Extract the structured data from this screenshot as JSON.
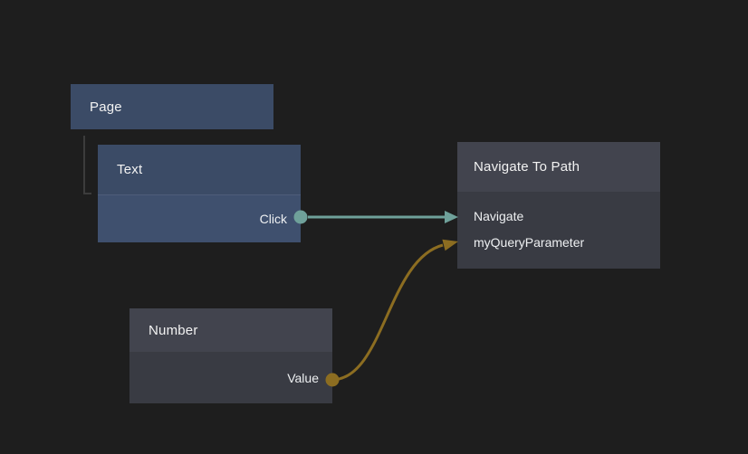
{
  "canvas": {
    "background": "#1e1e1e",
    "hierarchy_line_color": "#3c3c3c"
  },
  "colors": {
    "visual_node_header": "#3b4b66",
    "visual_node_body": "#3f506e",
    "logic_node_header": "#42444e",
    "logic_node_body": "#393b43",
    "signal_teal": "#6fa19a",
    "value_gold": "#8c6d21",
    "label_text": "#f2f2f2"
  },
  "nodes": {
    "page": {
      "title": "Page",
      "kind": "visual"
    },
    "text": {
      "title": "Text",
      "kind": "visual",
      "parent": "Page",
      "ports": {
        "click": {
          "label": "Click",
          "direction": "output",
          "color": "#6fa19a"
        }
      }
    },
    "navigate": {
      "title": "Navigate To Path",
      "kind": "logic",
      "ports": {
        "navigate": {
          "label": "Navigate",
          "direction": "input",
          "color": "#6fa19a"
        },
        "queryParam": {
          "label": "myQueryParameter",
          "direction": "input",
          "color": "#8c6d21"
        }
      }
    },
    "number": {
      "title": "Number",
      "kind": "logic",
      "ports": {
        "value": {
          "label": "Value",
          "direction": "output",
          "color": "#8c6d21"
        }
      }
    }
  },
  "connections": [
    {
      "from": "Text.Click",
      "to": "Navigate To Path.Navigate",
      "type": "signal",
      "color": "#6fa19a"
    },
    {
      "from": "Number.Value",
      "to": "Navigate To Path.myQueryParameter",
      "type": "value",
      "color": "#8c6d21"
    }
  ]
}
